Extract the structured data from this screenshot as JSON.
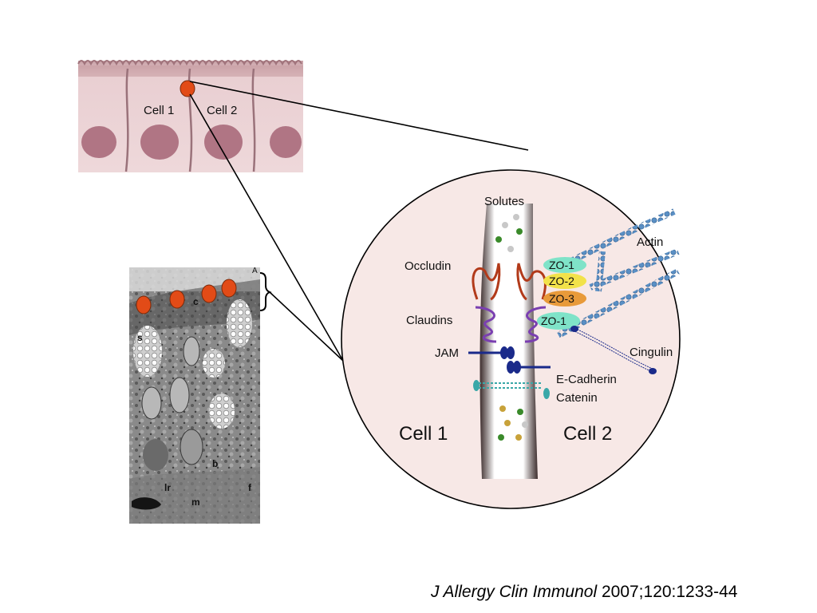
{
  "epithelium": {
    "cell1_label": "Cell 1",
    "cell2_label": "Cell 2",
    "cell_fill": "#e8c8cc",
    "nucleus_fill": "#b07584"
  },
  "micrograph": {
    "labels": {
      "a": "A",
      "c": "c",
      "s": "s",
      "b": "b",
      "lr": "lr",
      "f": "f",
      "m": "m"
    },
    "marker_color": "#e24b17"
  },
  "junction": {
    "solutes": "Solutes",
    "actin": "Actin",
    "occludin": "Occludin",
    "zo1_top": "ZO-1",
    "zo2": "ZO-2",
    "zo3": "ZO-3",
    "claudins": "Claudins",
    "zo1_bottom": "ZO-1",
    "jam": "JAM",
    "cingulin": "Cingulin",
    "ecadherin": "E-Cadherin",
    "catenin": "Catenin",
    "cell1": "Cell 1",
    "cell2": "Cell 2",
    "colors": {
      "circle_fill": "#f7e8e6",
      "zo1": "#7fe3c8",
      "zo2": "#f2e24a",
      "zo3": "#e89a3a",
      "occludin": "#b23a1a",
      "claudins": "#7a3fb0",
      "jam": "#1a2a8a",
      "actin": "#5a8fc4",
      "ecadherin": "#3aa8a8"
    }
  },
  "citation": {
    "journal": "J Allergy Clin Immunol",
    "details": " 2007;120:1233-44"
  }
}
